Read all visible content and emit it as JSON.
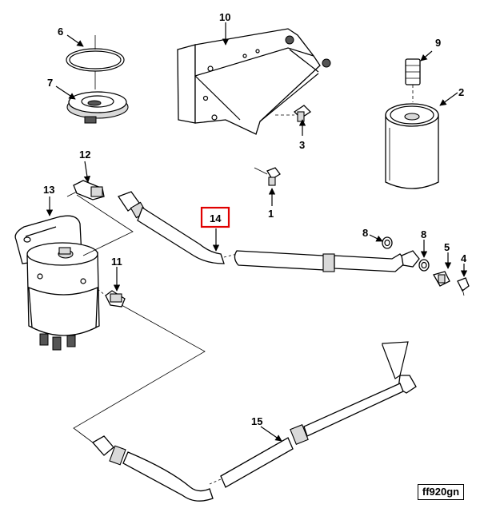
{
  "diagram": {
    "figure_code": "ff920gn",
    "highlighted_callout": "14",
    "highlight_color": "#e00000",
    "callouts": [
      "1",
      "2",
      "3",
      "4",
      "5",
      "6",
      "7",
      "8",
      "8",
      "9",
      "10",
      "11",
      "12",
      "13",
      "14",
      "15"
    ]
  }
}
